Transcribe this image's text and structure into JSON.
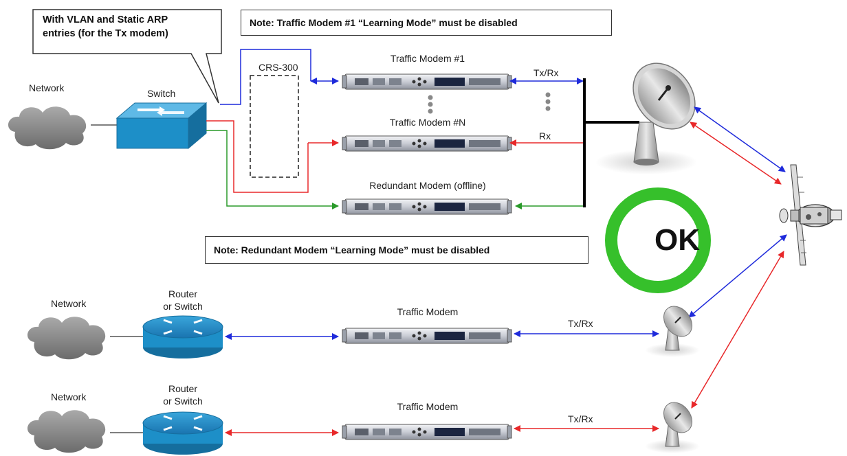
{
  "callout": {
    "line1": "With VLAN and Static ARP",
    "line2": "entries (for the Tx modem)"
  },
  "notes": {
    "top": "Note: Traffic Modem #1 “Learning Mode” must be disabled",
    "middle": "Note: Redundant Modem “Learning Mode” must be disabled"
  },
  "labels": {
    "network_top": "Network",
    "switch": "Switch",
    "crs": "CRS-300",
    "modem1": "Traffic Modem #1",
    "modemN": "Traffic Modem #N",
    "redundant": "Redundant Modem (offline)",
    "txrx_top": "Tx/Rx",
    "rx": "Rx",
    "ok": "OK",
    "network_r1": "Network",
    "router_r1_a": "Router",
    "router_r1_b": "or Switch",
    "modem_r1": "Traffic Modem",
    "txrx_r1": "Tx/Rx",
    "network_r2": "Network",
    "router_r2_a": "Router",
    "router_r2_b": "or Switch",
    "modem_r2": "Traffic Modem",
    "txrx_r2": "Tx/Rx"
  },
  "colors": {
    "blue": "#1f2bdb",
    "red": "#e8282a",
    "green": "#2a9a2a",
    "switch": "#1d8fc8",
    "ok_ring": "#36c02b"
  }
}
